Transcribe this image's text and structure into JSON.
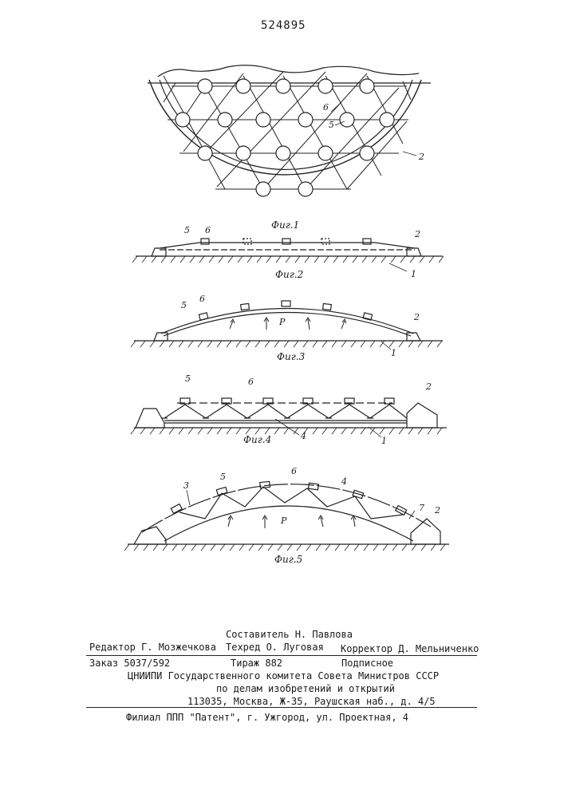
{
  "patent_number": "524895",
  "figures": {
    "fig1": {
      "caption": "Фиг.1",
      "refs": {
        "r6": "6",
        "r5": "5",
        "r2": "2"
      }
    },
    "fig2": {
      "caption": "Фиг.2",
      "refs": {
        "r5": "5",
        "r6": "6",
        "r2": "2",
        "r1": "1"
      }
    },
    "fig3": {
      "caption": "Фиг.3",
      "refs": {
        "r5": "5",
        "r6": "6",
        "p": "P",
        "r2": "2",
        "r1": "1"
      }
    },
    "fig4": {
      "caption": "Фиг.4",
      "refs": {
        "r5": "5",
        "r6": "6",
        "r2": "2",
        "r4": "4",
        "r1": "1"
      }
    },
    "fig5": {
      "caption": "Фиг.5",
      "refs": {
        "r3": "3",
        "r5": "5",
        "r6": "6",
        "r4": "4",
        "r7": "7",
        "r2": "2",
        "p": "P"
      }
    }
  },
  "colophon": {
    "compiler": "Составитель Н. Павлова",
    "editor": "Редактор Г. Мозжечкова",
    "techred": "Техред О. Луговая",
    "corrector": "Корректор Д. Мельниченко",
    "order": "Заказ 5037/592",
    "circulation": "Тираж 882",
    "subscription": "Подписное",
    "institute": "ЦНИИПИ Государственного комитета Совета Министров СССР",
    "dept": "по делам изобретений и открытий",
    "address": "113035, Москва, Ж-35, Раушская наб., д. 4/5",
    "branch": "Филиал ППП \"Патент\", г. Ужгород, ул. Проектная, 4"
  }
}
